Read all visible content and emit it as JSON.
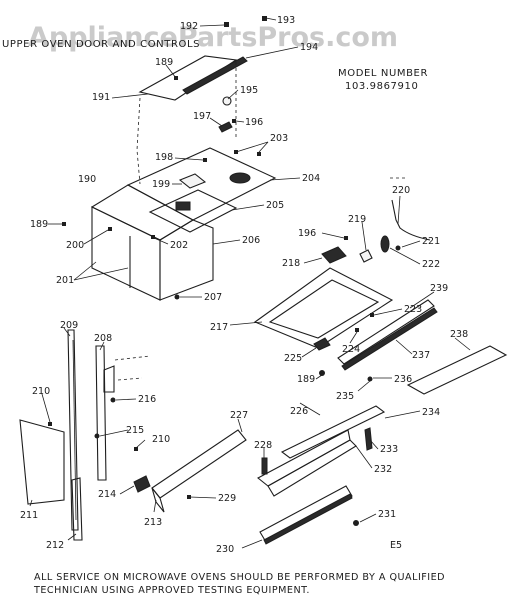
{
  "watermark": "AppliancePartsPros.com",
  "section_title": "UPPER OVEN DOOR AND CONTROLS",
  "model_label": "MODEL NUMBER",
  "model_number": "103.9867910",
  "page_code": "E5",
  "footer_note_line1": "ALL SERVICE ON MICROWAVE OVENS SHOULD BE PERFORMED BY A QUALIFIED",
  "footer_note_line2": "TECHNICIAN USING APPROVED TESTING EQUIPMENT.",
  "part_labels": {
    "p192": "192",
    "p193": "193",
    "p194": "194",
    "p189a": "189",
    "p191": "191",
    "p195": "195",
    "p197": "197",
    "p196a": "196",
    "p203": "203",
    "p198": "198",
    "p204": "204",
    "p199": "199",
    "p190": "190",
    "p205": "205",
    "p189b": "189",
    "p200": "200",
    "p202": "202",
    "p206": "206",
    "p201": "201",
    "p207": "207",
    "p220": "220",
    "p219": "219",
    "p196b": "196",
    "p221": "221",
    "p222": "222",
    "p218": "218",
    "p239": "239",
    "p223": "223",
    "p217": "217",
    "p238": "238",
    "p209": "209",
    "p208": "208",
    "p225": "225",
    "p224": "224",
    "p237": "237",
    "p189c": "189",
    "p236": "236",
    "p210a": "210",
    "p216": "216",
    "p235": "235",
    "p226": "226",
    "p234": "234",
    "p227": "227",
    "p215": "215",
    "p210b": "210",
    "p228": "228",
    "p233": "233",
    "p232": "232",
    "p214": "214",
    "p229": "229",
    "p211": "211",
    "p213": "213",
    "p231": "231",
    "p212": "212",
    "p230": "230"
  }
}
